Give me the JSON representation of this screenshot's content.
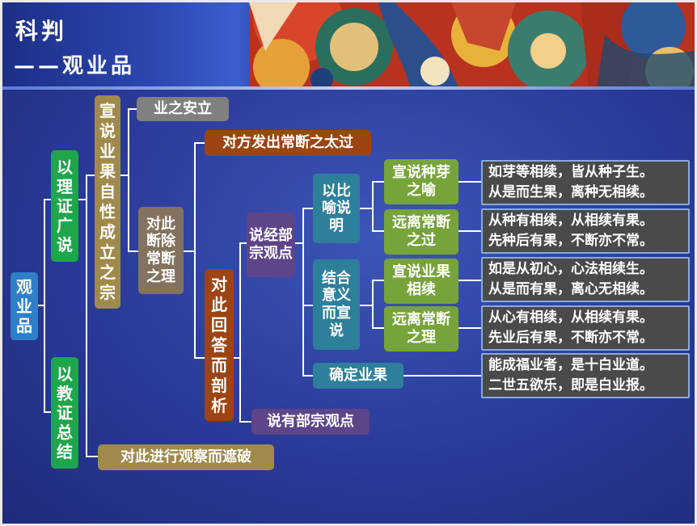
{
  "header": {
    "title": "科判",
    "subtitle": "——观业品"
  },
  "tree": {
    "root": "观业品",
    "level1": {
      "reason": "以理证广说",
      "summary": "以教证总结"
    },
    "declare": "宣说业果自性成立之宗",
    "karma_establish": "业之安立",
    "refute_eternal": "对此断除常断之理",
    "opponent_excess": "对方发出常断之太过",
    "answer_analysis": "对此回答而剖析",
    "sutra_view": "说经部宗观点",
    "analogy": "以比喻说明",
    "combine_meaning": "结合意义而宣说",
    "sprout_analogy": "宣说种芽之喻",
    "avoid_sprout": "远离常断之过",
    "karma_continuity": "宣说业果相续",
    "avoid_principle": "远离常断之理",
    "determine_karma": "确定业果",
    "sarvastivada_view": "说有部宗观点",
    "observe_refute": "对此进行观察而遮破"
  },
  "leaves": {
    "l1": [
      "如芽等相续，皆从种子生。",
      "从是而生果，离种无相续。"
    ],
    "l2": [
      "从种有相续，从相续有果。",
      "先种后有果，不断亦不常。"
    ],
    "l3": [
      "如是从初心，心法相续生。",
      "从是而有果，离心无相续。"
    ],
    "l4": [
      "从心有相续，从相续有果。",
      "先业后有果，不断亦不常。"
    ],
    "l5": [
      "能成福业者，是十白业道。",
      "二世五欲乐，即是白业报。"
    ]
  }
}
